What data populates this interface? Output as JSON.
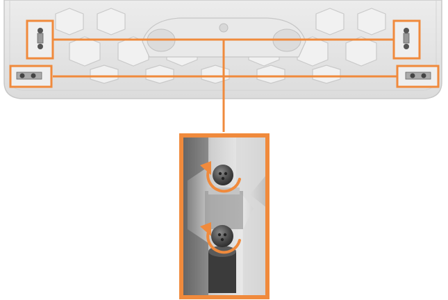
{
  "illustration": {
    "subject": "underside-of-device-base",
    "accent_color": "#f08a3c",
    "plastic_color": "#e6e6e6",
    "plastic_shadow": "#cfcfcf",
    "detail_callout_count": 4,
    "zoom_callout_screws": 2,
    "rotation_indicator": "clockwise-arrow"
  }
}
